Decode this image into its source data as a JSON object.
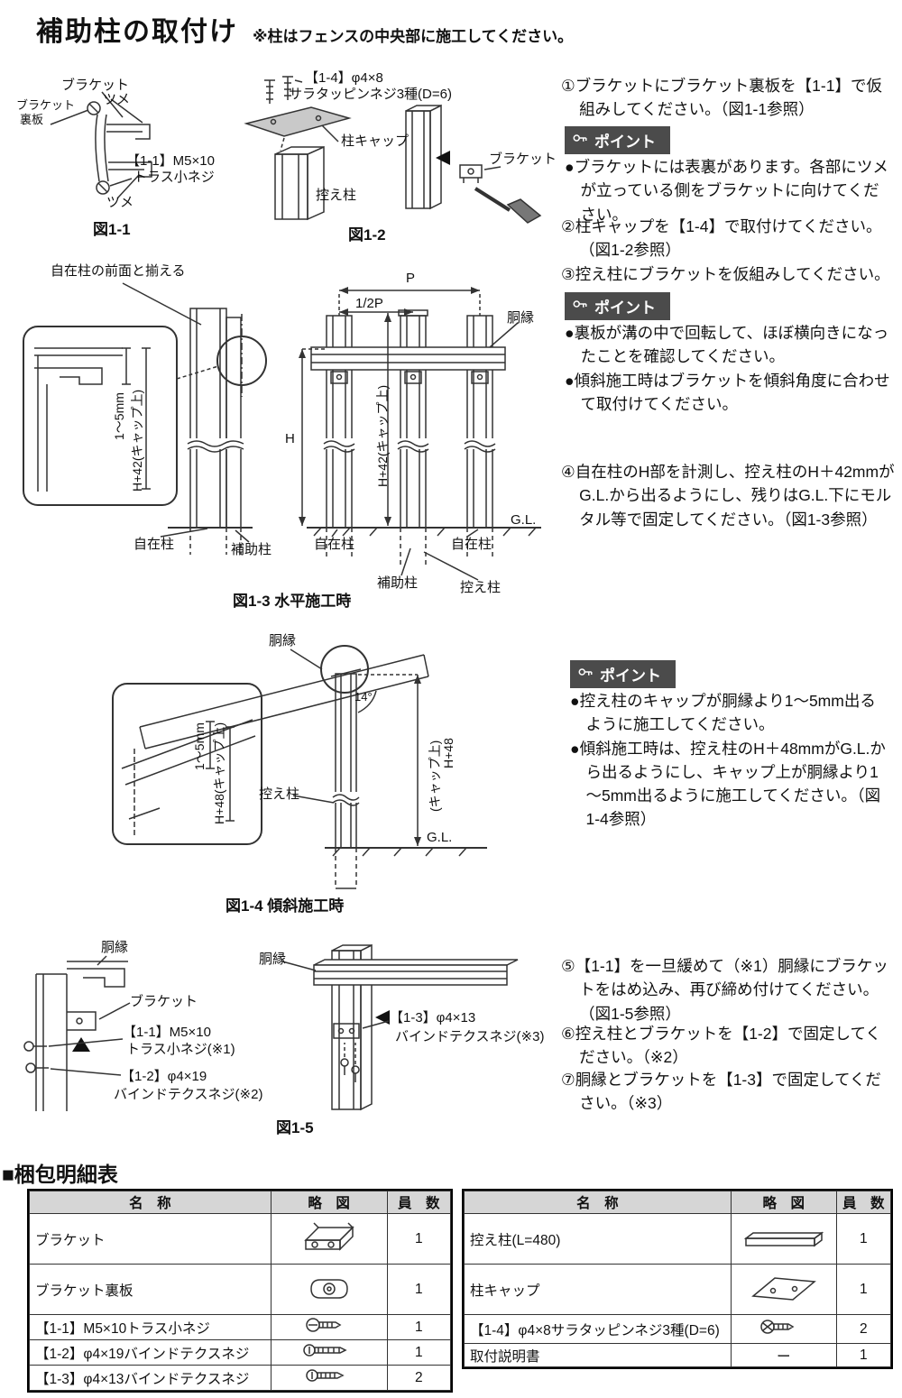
{
  "page": {
    "title": "補助柱の取付け",
    "note": "※柱はフェンスの中央部に施工してください。",
    "point_label": "ポイント"
  },
  "fig11": {
    "caption": "図1-1",
    "bracket": "ブラケット",
    "tsume_top": "ツメ",
    "uraita1": "ブラケット",
    "uraita2": "裏板",
    "screw1": "【1-1】M5×10",
    "screw2": "トラス小ネジ",
    "tsume_bottom": "ツメ"
  },
  "fig12": {
    "caption": "図1-2",
    "screw1": "【1-4】φ4×8",
    "screw2": "サラタッピンネジ3種(D=6)",
    "cap": "柱キャップ",
    "post": "控え柱",
    "bracket": "ブラケット"
  },
  "fig13": {
    "caption": "図1-3 水平施工時",
    "align_note": "自在柱の前面と揃える",
    "dim_p": "P",
    "dim_half_p": "1/2P",
    "dobuchi": "胴縁",
    "dim_h": "H",
    "dim_h42": "H+42(キャップ上)",
    "detail_mm": "1～5mm",
    "detail_h42": "H+42(キャップ上)",
    "gl": "G.L.",
    "jizai_a": "自在柱",
    "hojo_a": "補助柱",
    "jizai_b": "自在柱",
    "hojo_b": "補助柱",
    "hikae": "控え柱",
    "jizai_c": "自在柱"
  },
  "fig14": {
    "caption": "図1-4 傾斜施工時",
    "dobuchi": "胴縁",
    "angle": "14°",
    "dim_h48a": "H+48",
    "dim_h48b": "(キャップ上)",
    "detail_mm": "1～5mm",
    "detail_h48": "H+48(キャップ上)",
    "hikae": "控え柱",
    "gl": "G.L."
  },
  "fig15": {
    "caption": "図1-5",
    "dobuchi_l": "胴縁",
    "bracket": "ブラケット",
    "s1a": "【1-1】M5×10",
    "s1b": "トラス小ネジ(※1)",
    "s2a": "【1-2】φ4×19",
    "s2b": "バインドテクスネジ(※2)",
    "dobuchi_r": "胴縁",
    "s3a": "【1-3】φ4×13",
    "s3b": "バインドテクスネジ(※3)"
  },
  "steps": {
    "s1": "①ブラケットにブラケット裏板を【1-1】で仮組みしてください。（図1-1参照）",
    "s2": "②柱キャップを【1-4】で取付けてください。（図1-2参照）",
    "s3": "③控え柱にブラケットを仮組みしてください。",
    "s4": "④自在柱のH部を計測し、控え柱のH＋42mmがG.L.から出るようにし、残りはG.L.下にモルタル等で固定してください。（図1-3参照）",
    "s5": "⑤【1-1】を一旦緩めて（※1）胴縁にブラケットをはめ込み、再び締め付けてください。（図1-5参照）",
    "s6": "⑥控え柱とブラケットを【1-2】で固定してください。（※2）",
    "s7": "⑦胴縁とブラケットを【1-3】で固定してください。（※3）"
  },
  "point1": {
    "items": [
      "●ブラケットには表裏があります。各部にツメが立っている側をブラケットに向けてください。"
    ]
  },
  "point2": {
    "items": [
      "●裏板が溝の中で回転して、ほぼ横向きになったことを確認してください。",
      "●傾斜施工時はブラケットを傾斜角度に合わせて取付けてください。"
    ]
  },
  "point3": {
    "items": [
      "●控え柱のキャップが胴縁より1～5mm出るように施工してください。",
      "●傾斜施工時は、控え柱のH＋48mmがG.L.から出るようにし、キャップ上が胴縁より1～5mm出るように施工してください。（図1-4参照）"
    ]
  },
  "packing": {
    "heading": "■梱包明細表",
    "col_name": "名　称",
    "col_sketch": "略　図",
    "col_qty": "員　数",
    "left_rows": [
      {
        "name": "ブラケット",
        "qty": "1"
      },
      {
        "name": "ブラケット裏板",
        "qty": "1"
      },
      {
        "name": "【1-1】M5×10トラス小ネジ",
        "qty": "1"
      },
      {
        "name": "【1-2】φ4×19バインドテクスネジ",
        "qty": "1"
      },
      {
        "name": "【1-3】φ4×13バインドテクスネジ",
        "qty": "2"
      }
    ],
    "right_rows": [
      {
        "name": "控え柱(L=480)",
        "qty": "1"
      },
      {
        "name": "柱キャップ",
        "qty": "1"
      },
      {
        "name": "【1-4】φ4×8サラタッピンネジ3種(D=6)",
        "qty": "2"
      },
      {
        "name": "取付説明書",
        "sketch": "ー",
        "qty": "1"
      }
    ]
  }
}
